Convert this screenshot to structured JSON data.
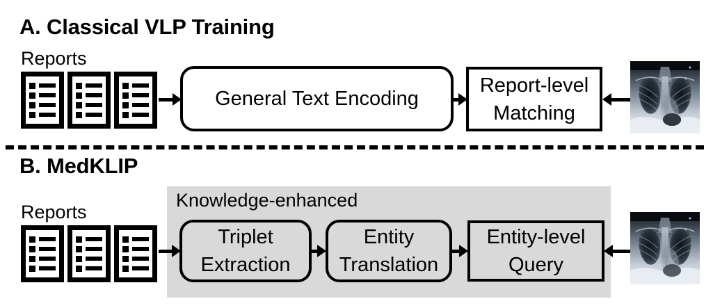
{
  "figure": {
    "panels": [
      {
        "id": "a",
        "title": "A. Classical VLP Training",
        "reports_label": "Reports",
        "report_icon_count": 3,
        "stages": [
          {
            "name": "general-text-encoding",
            "label": "General Text Encoding",
            "shape": "rounded",
            "shaded": false
          },
          {
            "name": "report-level-matching",
            "label": "Report-level Matching",
            "shape": "rect",
            "shaded": false
          }
        ],
        "image_name": "chest-xray",
        "knowledge_panel": null
      },
      {
        "id": "b",
        "title": "B. MedKLIP",
        "reports_label": "Reports",
        "report_icon_count": 3,
        "stages": [
          {
            "name": "triplet-extraction",
            "label": "Triplet Extraction",
            "shape": "rounded",
            "shaded": true
          },
          {
            "name": "entity-translation",
            "label": "Entity Translation",
            "shape": "rounded",
            "shaded": true
          },
          {
            "name": "entity-level-query",
            "label": "Entity-level Query",
            "shape": "rect",
            "shaded": true
          }
        ],
        "image_name": "chest-xray",
        "knowledge_panel": {
          "label": "Knowledge-enhanced",
          "fill": "#D9D9D9"
        }
      }
    ],
    "divider": {
      "name": "dashed-divider",
      "style": "dashed"
    },
    "colors": {
      "stroke": "#000000",
      "panel_fill": "#D9D9D9",
      "background": "#FFFFFF"
    }
  },
  "labels": {
    "panel_a_title": "A. Classical VLP Training",
    "panel_a_reports": "Reports",
    "panel_a_stage_1": "General Text Encoding",
    "panel_a_stage_2_line_1": "Report-level",
    "panel_a_stage_2_line_2": "Matching",
    "panel_b_title": "B. MedKLIP",
    "panel_b_reports": "Reports",
    "panel_b_knowledge": "Knowledge-enhanced",
    "panel_b_stage_1_line_1": "Triplet",
    "panel_b_stage_1_line_2": "Extraction",
    "panel_b_stage_2_line_1": "Entity",
    "panel_b_stage_2_line_2": "Translation",
    "panel_b_stage_3_line_1": "Entity-level",
    "panel_b_stage_3_line_2": "Query"
  }
}
